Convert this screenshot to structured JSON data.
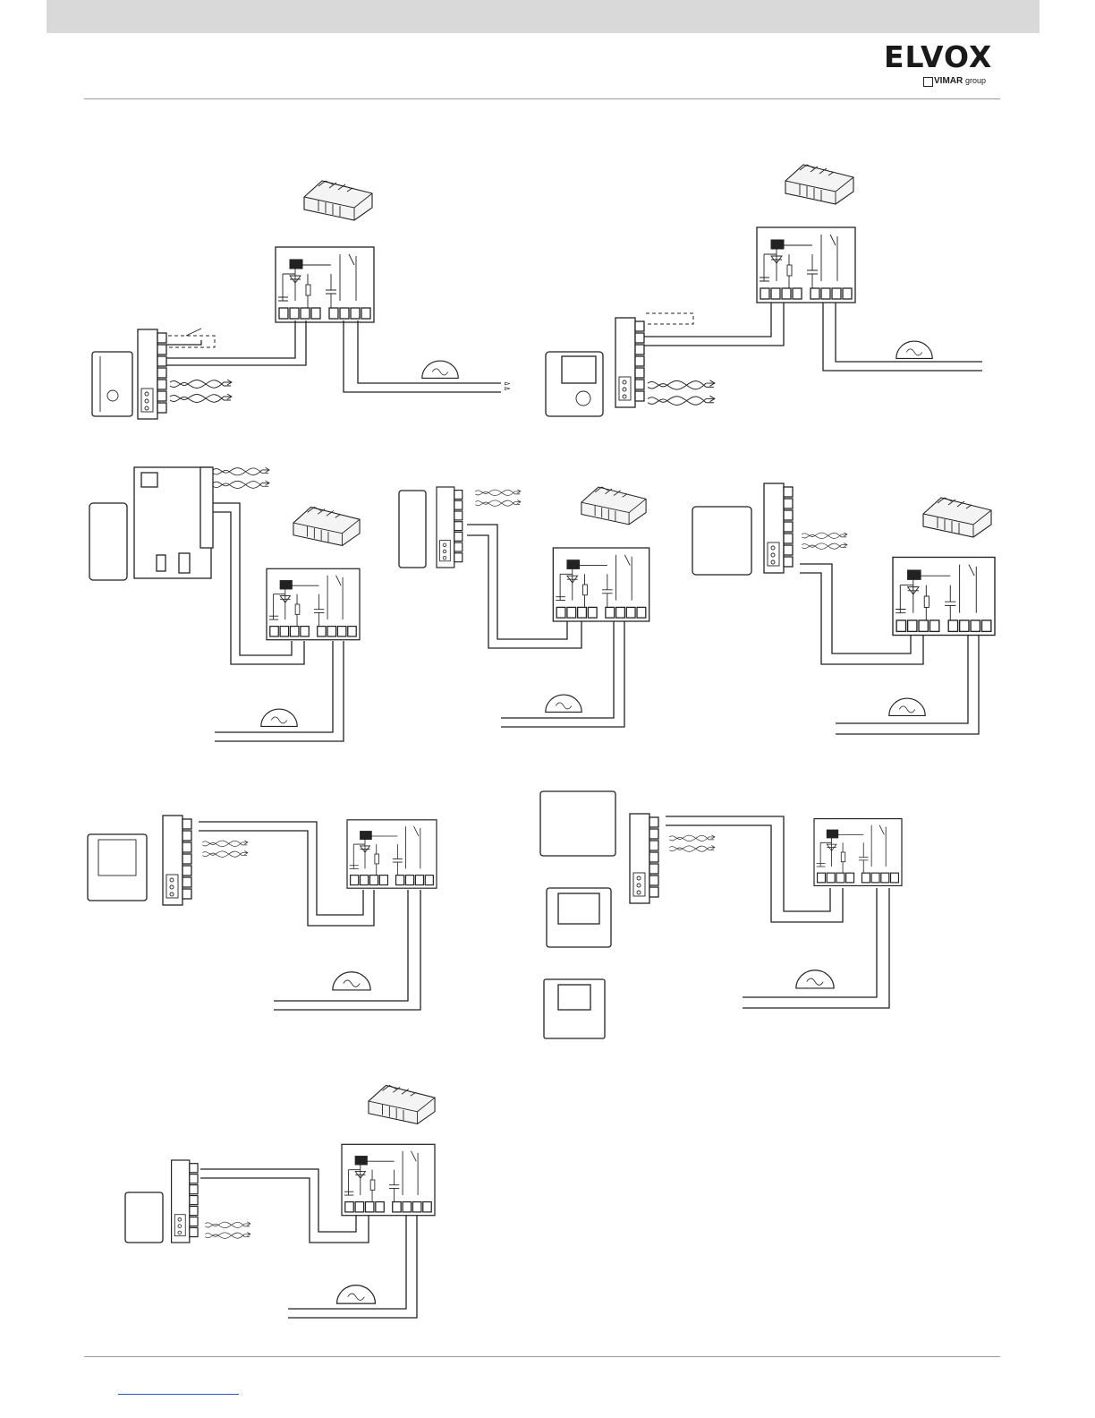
{
  "header": {
    "brand": "ELVOX",
    "subbrand": "VIMAR",
    "subbrand_suffix": "group"
  }
}
